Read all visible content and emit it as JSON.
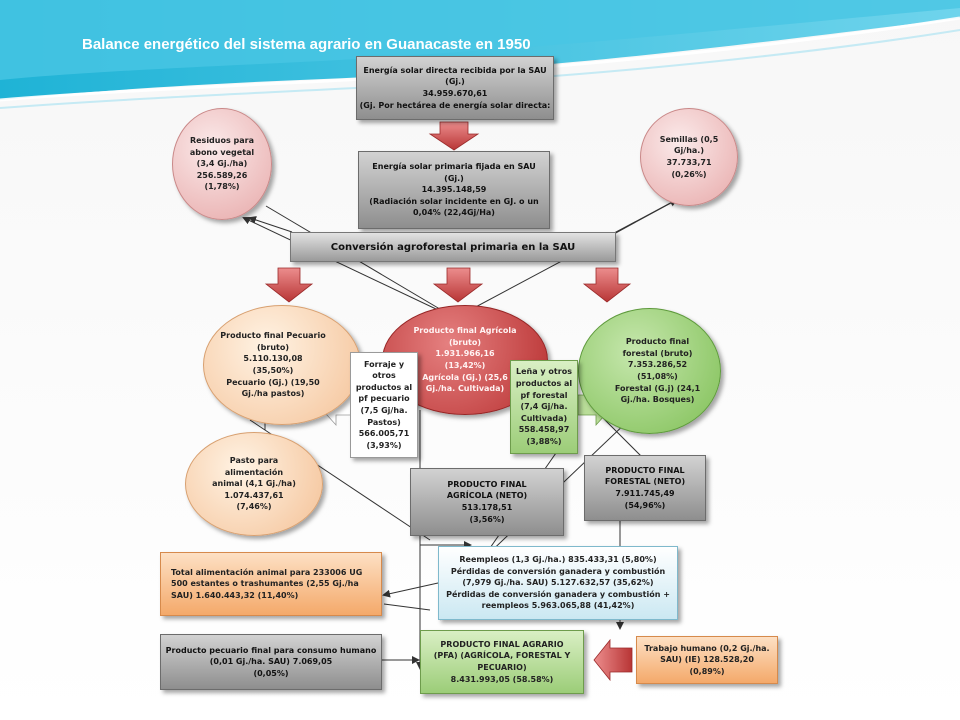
{
  "title": "Balance energético del sistema agrario en Guanacaste  en 1950",
  "banner": "Conversión agroforestal primaria en la SAU",
  "nodes": {
    "solar_direct": "Energía solar directa recibida por la SAU\n(Gj.)\n34.959.670,61\n(Gj. Por hectárea de energía solar directa:",
    "solar_fixed": "Energía solar primaria fijada en SAU\n(Gj.)\n14.395.148,59\n(Radiación solar incidente en GJ. o un\n0,04% (22,4Gj/Ha)",
    "residuos": "Residuos para\nabono vegetal\n(3,4 Gj./ha)\n256.589,26\n(1,78%)",
    "semillas": "Semillas (0,5\nGj/ha.)\n37.733,71\n(0,26%)",
    "pecuario_bruto": "Producto final Pecuario\n(bruto)\n5.110.130,08\n(35,50%)\nPecuario (Gj.) (19,50\nGj./ha pastos)",
    "agricola_bruto": "Producto final Agrícola\n(bruto)\n1.931.966,16\n(13,42%)\nAgrícola (Gj.) (25,6\nGj./ha. Cultivada)",
    "forestal_bruto": "Producto final\nforestal (bruto)\n7.353.286,52\n(51,08%)\nForestal (G.j) (24,1\nGj./ha. Bosques)",
    "forraje": "Forraje y\notros\nproductos al\npf pecuario\n(7,5 Gj/ha.\nPastos)\n566.005,71\n(3,93%)",
    "lena": "Leña y otros\nproductos al\npf forestal\n(7,4 Gj/ha.\nCultivada)\n558.458,97\n(3,88%)",
    "pasto": "Pasto para\nalimentación\nanimal (4,1 Gj./ha)\n1.074.437,61\n(7,46%)",
    "agricola_neto": "PRODUCTO FINAL\nAGRÍCOLA (NETO)\n513.178,51\n(3,56%)",
    "forestal_neto": "PRODUCTO FINAL\nFORESTAL (NETO)\n7.911.745,49\n(54,96%)",
    "alimentacion_total": "Total alimentación animal para 233006 UG\n500 estantes o trashumantes (2,55 Gj./ha\nSAU) 1.640.443,32 (11,40%)",
    "reempleos": "Reempleos (1,3 Gj./ha.) 835.433,31 (5,80%)\nPérdidas de conversión ganadera y combustión\n(7,979 Gj./ha. SAU) 5.127.632,57 (35,62%)\nPérdidas de conversión ganadera y combustión +\nreempleos 5.963.065,88 (41,42%)",
    "pecuario_humano": "Producto pecuario final para consumo humano\n(0,01 Gj./ha. SAU) 7.069,05\n(0,05%)",
    "pfa": "PRODUCTO FINAL AGRARIO\n(PFA) (AGRÍCOLA, FORESTAL Y\nPECUARIO)\n8.431.993,05 (58.58%)",
    "trabajo": "Trabajo humano (0,2 Gj./ha.\nSAU) (IE) 128.528,20\n(0,89%)"
  }
}
